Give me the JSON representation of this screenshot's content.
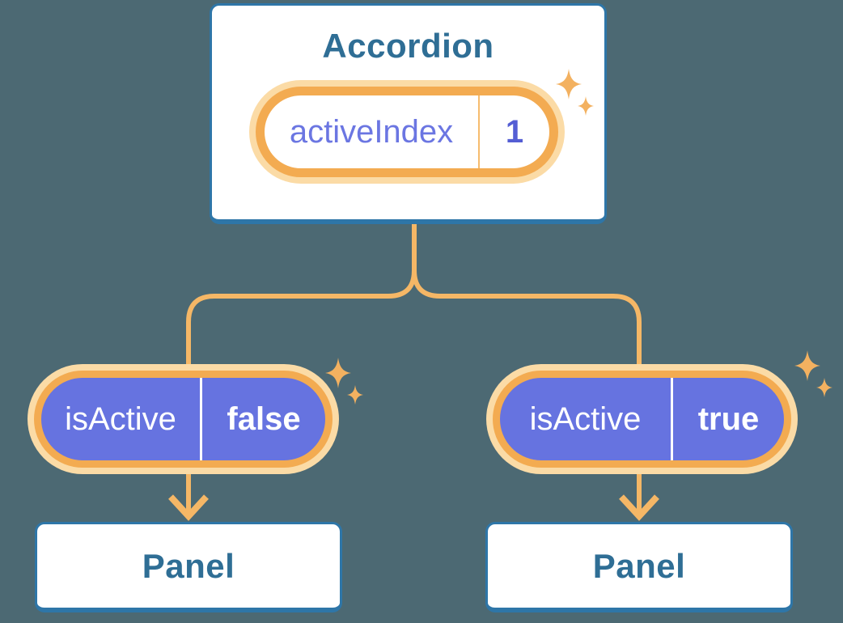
{
  "diagram": {
    "type": "component-tree",
    "root": {
      "title": "Accordion",
      "state_name": "activeIndex",
      "state_value": "1"
    },
    "children": [
      {
        "prop_name": "isActive",
        "prop_value": "false",
        "node_title": "Panel"
      },
      {
        "prop_name": "isActive",
        "prop_value": "true",
        "node_title": "Panel"
      }
    ]
  },
  "icons": {
    "sparkle": "sparkle-icon"
  },
  "colors": {
    "background": "#4c6973",
    "card_background": "#ffffff",
    "card_border": "#2e76a8",
    "heading_text": "#2f6e95",
    "state_name_text": "#6b76e2",
    "state_value_text": "#545ed4",
    "prop_pill_fill": "#6673e0",
    "prop_pill_text": "#ffffff",
    "orange_ring": "#f3ab51",
    "orange_halo": "#fbdba6",
    "orange_wire": "#f5b766",
    "sparkle": "#f3b160"
  }
}
